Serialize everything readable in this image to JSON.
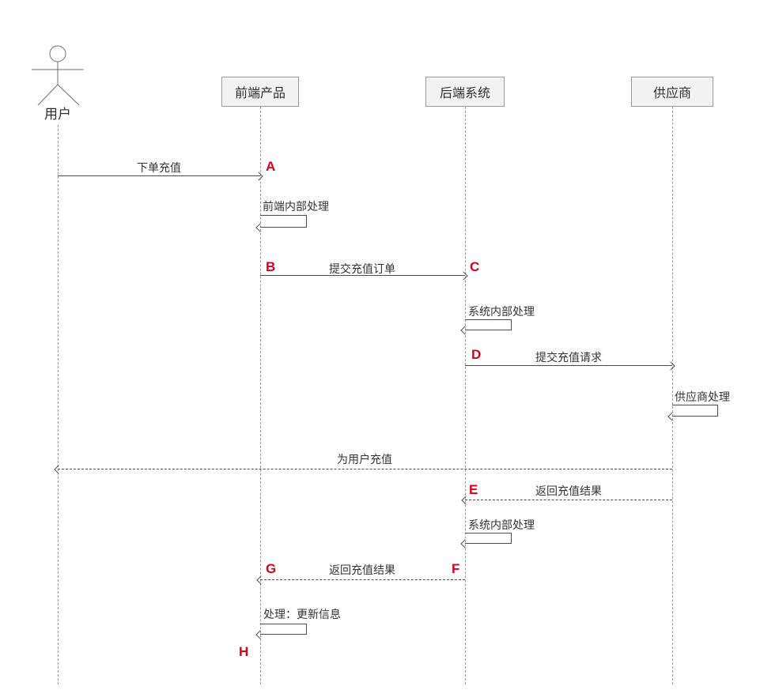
{
  "actor": {
    "label": "用户"
  },
  "participants": [
    {
      "label": "前端产品"
    },
    {
      "label": "后端系统"
    },
    {
      "label": "供应商"
    }
  ],
  "messages": [
    {
      "label": "下单充值",
      "marker_end": "A"
    },
    {
      "label": "前端内部处理"
    },
    {
      "label": "提交充值订单",
      "marker_start": "B",
      "marker_end": "C"
    },
    {
      "label": "系统内部处理"
    },
    {
      "label": "提交充值请求",
      "marker_start": "D"
    },
    {
      "label": "供应商处理"
    },
    {
      "label": "为用户充值"
    },
    {
      "label": "返回充值结果",
      "marker_end": "E"
    },
    {
      "label": "系统内部处理"
    },
    {
      "label": "返回充值结果",
      "marker_head": "G",
      "marker_tail": "F"
    },
    {
      "label": "处理：更新信息"
    }
  ],
  "final_marker": "H",
  "colors": {
    "marker_red": "#da001a",
    "line": "#4d4d4d",
    "lifeline": "#999999",
    "box_fill": "#f2f2f2",
    "box_border": "#9b9b9b",
    "text": "#333333"
  }
}
